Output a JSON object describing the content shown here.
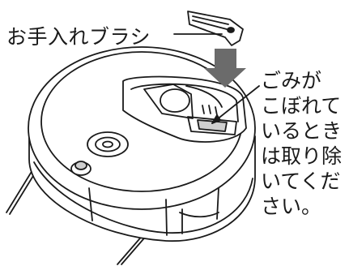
{
  "labels": {
    "brush": "お手入れブラシ",
    "instruction_lines": [
      "ごみが",
      "こぼれて",
      "いるとき",
      "は取り除",
      "いてくだ",
      "さい。"
    ]
  },
  "colors": {
    "line": "#1a1a1a",
    "arrow": "#6b6b6b",
    "background": "#ffffff"
  }
}
